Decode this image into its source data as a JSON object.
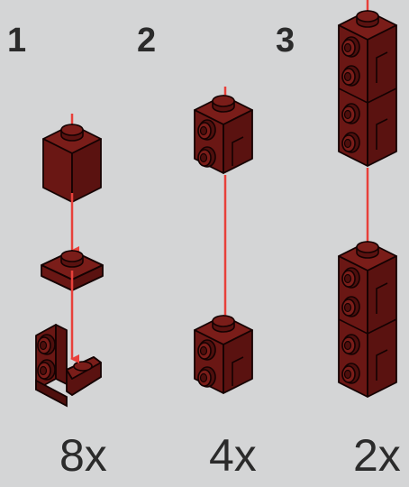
{
  "steps": [
    {
      "number": "1",
      "multiplier": "8x",
      "parts": [
        "brick-1x1-top",
        "plate-1x1",
        "bracket-1x1-with-studs"
      ]
    },
    {
      "number": "2",
      "multiplier": "4x",
      "parts": [
        "brick-1x1-with-side-studs-top",
        "brick-1x1-with-side-studs-bottom"
      ]
    },
    {
      "number": "3",
      "multiplier": "2x",
      "parts": [
        "column-2-high-top",
        "column-2-high-bottom"
      ]
    }
  ],
  "colors": {
    "background": "#d4d5d6",
    "brick": "#6a1714",
    "brick_light": "#7a1d19",
    "brick_dark": "#4e0f0d",
    "outline": "#140202",
    "arrow": "#e8403a",
    "text": "#2b2b2b"
  }
}
